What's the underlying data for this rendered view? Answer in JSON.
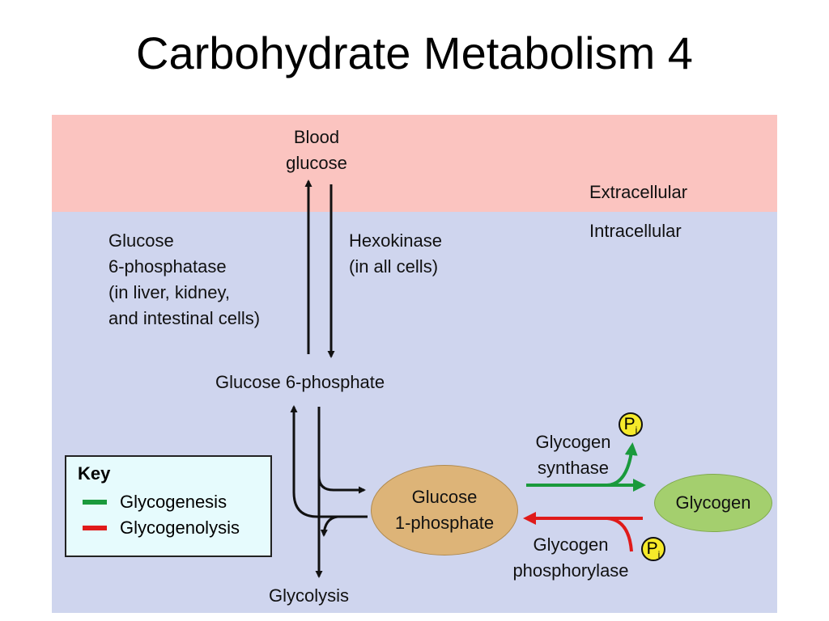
{
  "title": "Carbohydrate Metabolism 4",
  "regions": {
    "extracellular": "Extracellular",
    "intracellular": "Intracellular"
  },
  "nodes": {
    "blood_glucose": [
      "Blood",
      "glucose"
    ],
    "glucose_6_phosphate": "Glucose 6-phosphate",
    "glucose_1_phosphate": [
      "Glucose",
      "1-phosphate"
    ],
    "glycogen": "Glycogen",
    "glycolysis": "Glycolysis"
  },
  "enzymes": {
    "glucose_6_phosphatase": [
      "Glucose",
      "6-phosphatase",
      "(in liver, kidney,",
      "and intestinal cells)"
    ],
    "hexokinase": [
      "Hexokinase",
      "(in all cells)"
    ],
    "glycogen_synthase": [
      "Glycogen",
      "synthase"
    ],
    "glycogen_phosphorylase": [
      "Glycogen",
      "phosphorylase"
    ]
  },
  "phosphate": {
    "symbol": "P",
    "subscript": "i"
  },
  "key": {
    "title": "Key",
    "items": [
      {
        "label": "Glycogenesis",
        "color": "#1a9a3c"
      },
      {
        "label": "Glycogenolysis",
        "color": "#e01a1a"
      }
    ]
  },
  "colors": {
    "extracellular": "#fbc4c0",
    "intracellular": "#cfd5ee",
    "glycogenesis": "#1a9a3c",
    "glycogenolysis": "#e01a1a",
    "neutral": "#111111",
    "glucose_1_phosphate": "#ddb478",
    "glycogen": "#a4cf6e",
    "phosphate": "#f6ea2a"
  }
}
